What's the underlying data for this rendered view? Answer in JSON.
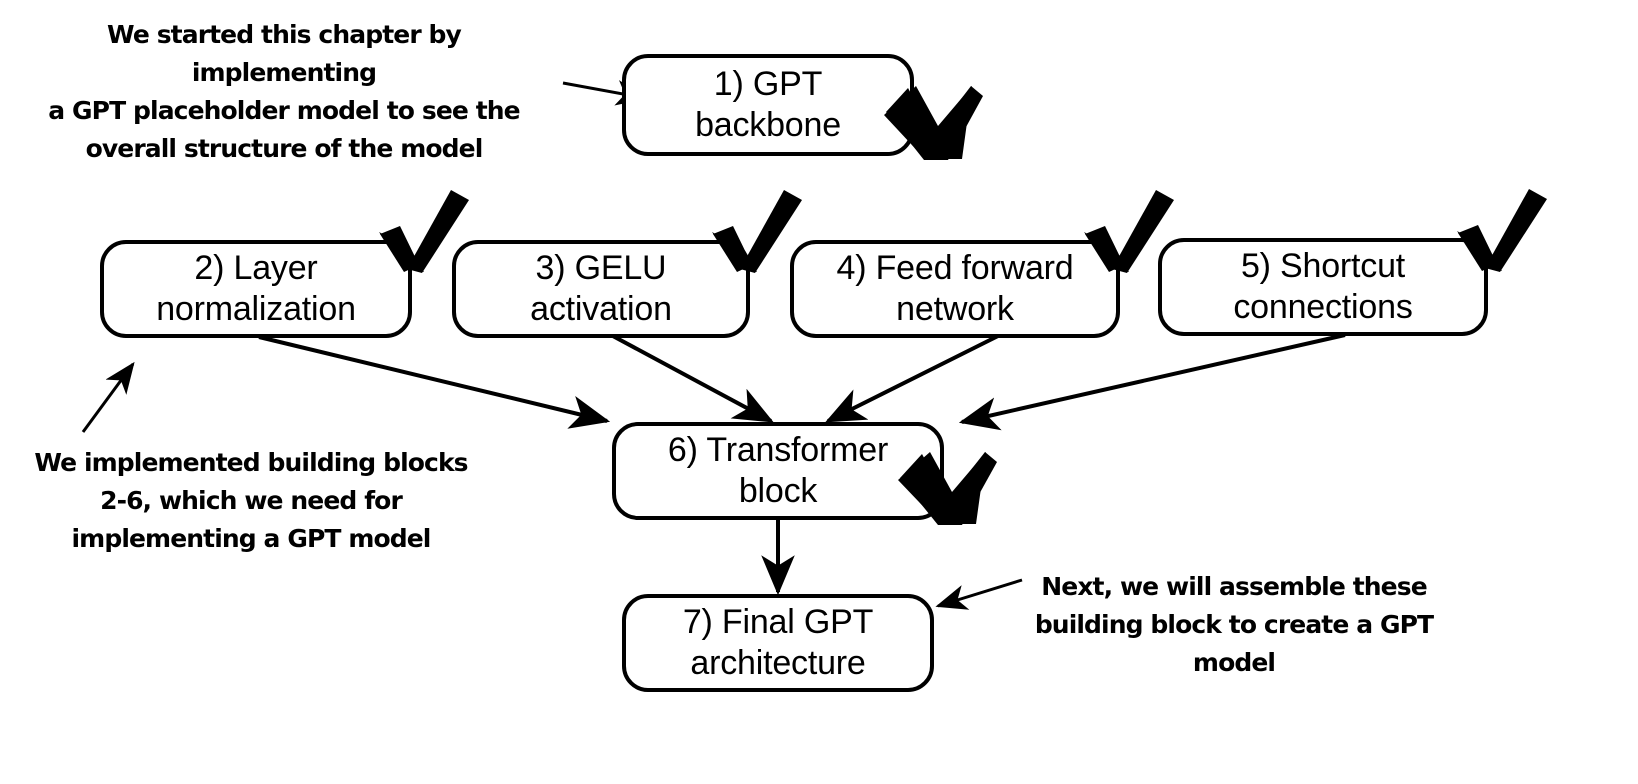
{
  "diagram": {
    "title": "GPT model chapter summary flow",
    "background_color": "#ffffff",
    "stroke_color": "#000000",
    "check_color": "#000000"
  },
  "nodes": [
    {
      "id": "gpt-backbone",
      "number": "1)",
      "line1": "1) GPT",
      "line2": "backbone",
      "checked": true
    },
    {
      "id": "layer-normalization",
      "number": "2)",
      "line1": "2) Layer",
      "line2": "normalization",
      "checked": true
    },
    {
      "id": "gelu-activation",
      "number": "3)",
      "line1": "3) GELU",
      "line2": "activation",
      "checked": true
    },
    {
      "id": "feed-forward",
      "number": "4)",
      "line1": "4) Feed forward",
      "line2": "network",
      "checked": true
    },
    {
      "id": "shortcut-connections",
      "number": "5)",
      "line1": "5) Shortcut",
      "line2": "connections",
      "checked": true
    },
    {
      "id": "transformer-block",
      "number": "6)",
      "line1": "6) Transformer",
      "line2": "block",
      "checked": true
    },
    {
      "id": "final-gpt",
      "number": "7)",
      "line1": "7) Final GPT",
      "line2": "architecture",
      "checked": false
    }
  ],
  "annotations": {
    "top_left": "We started this chapter by implementing\na GPT placeholder model to see the\noverall structure of the model",
    "bottom_left": "We implemented building blocks\n2-6, which we need for\nimplementing a GPT model",
    "bottom_right": "Next, we will assemble these\nbuilding block to create a GPT\nmodel"
  },
  "icons": {
    "check_mark": "check-icon",
    "arrow_head": "arrow-head-icon"
  }
}
